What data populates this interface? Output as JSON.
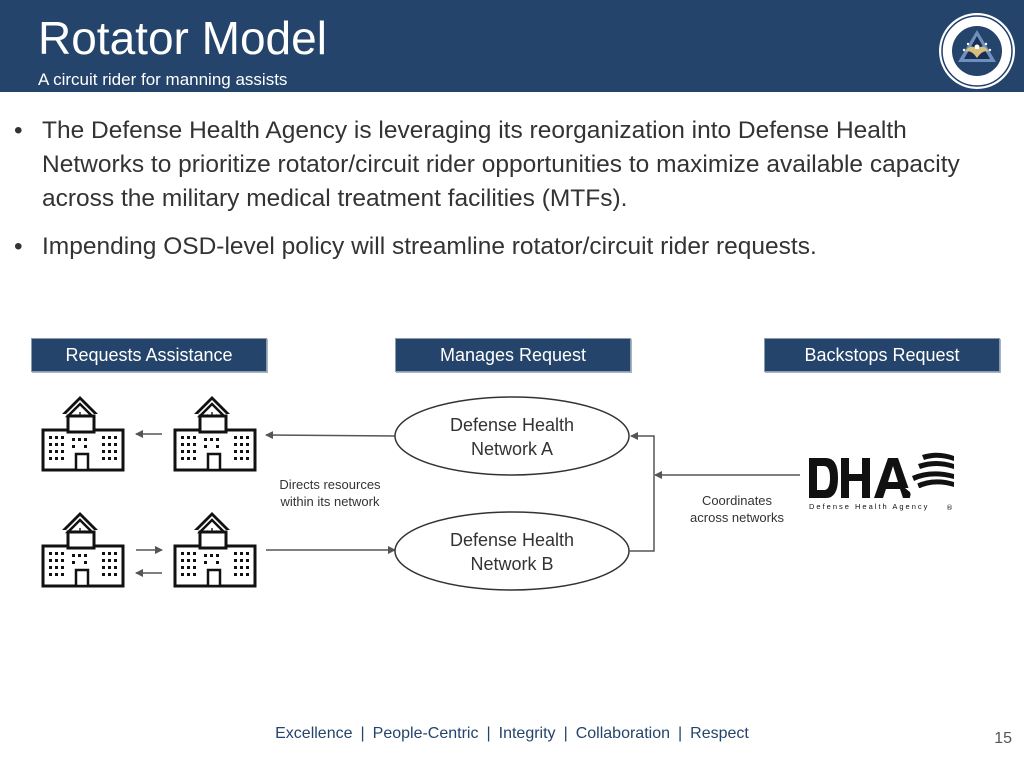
{
  "header": {
    "title": "Rotator Model",
    "subtitle": "A circuit rider for manning assists"
  },
  "bullets": [
    "The Defense Health Agency is leveraging its reorganization into Defense Health Networks to prioritize rotator/circuit rider opportunities to maximize available capacity across the military medical treatment facilities (MTFs).",
    "Impending OSD-level policy will streamline rotator/circuit rider requests."
  ],
  "diagram": {
    "headers": [
      "Requests Assistance",
      "Manages Request",
      "Backstops Request"
    ],
    "network_a": {
      "line1": "Defense Health",
      "line2": "Network A"
    },
    "network_b": {
      "line1": "Defense Health",
      "line2": "Network B"
    },
    "note_directs": {
      "line1": "Directs resources",
      "line2": "within its network"
    },
    "note_coordinates": {
      "line1": "Coordinates",
      "line2": "across networks"
    },
    "logo_subtitle": "Defense Health Agency"
  },
  "footer": {
    "values": [
      "Excellence",
      "People-Centric",
      "Integrity",
      "Collaboration",
      "Respect"
    ],
    "separator": "|",
    "page_number": "15"
  },
  "colors": {
    "header_bg": "#24446b",
    "footer_text": "#24446b"
  }
}
